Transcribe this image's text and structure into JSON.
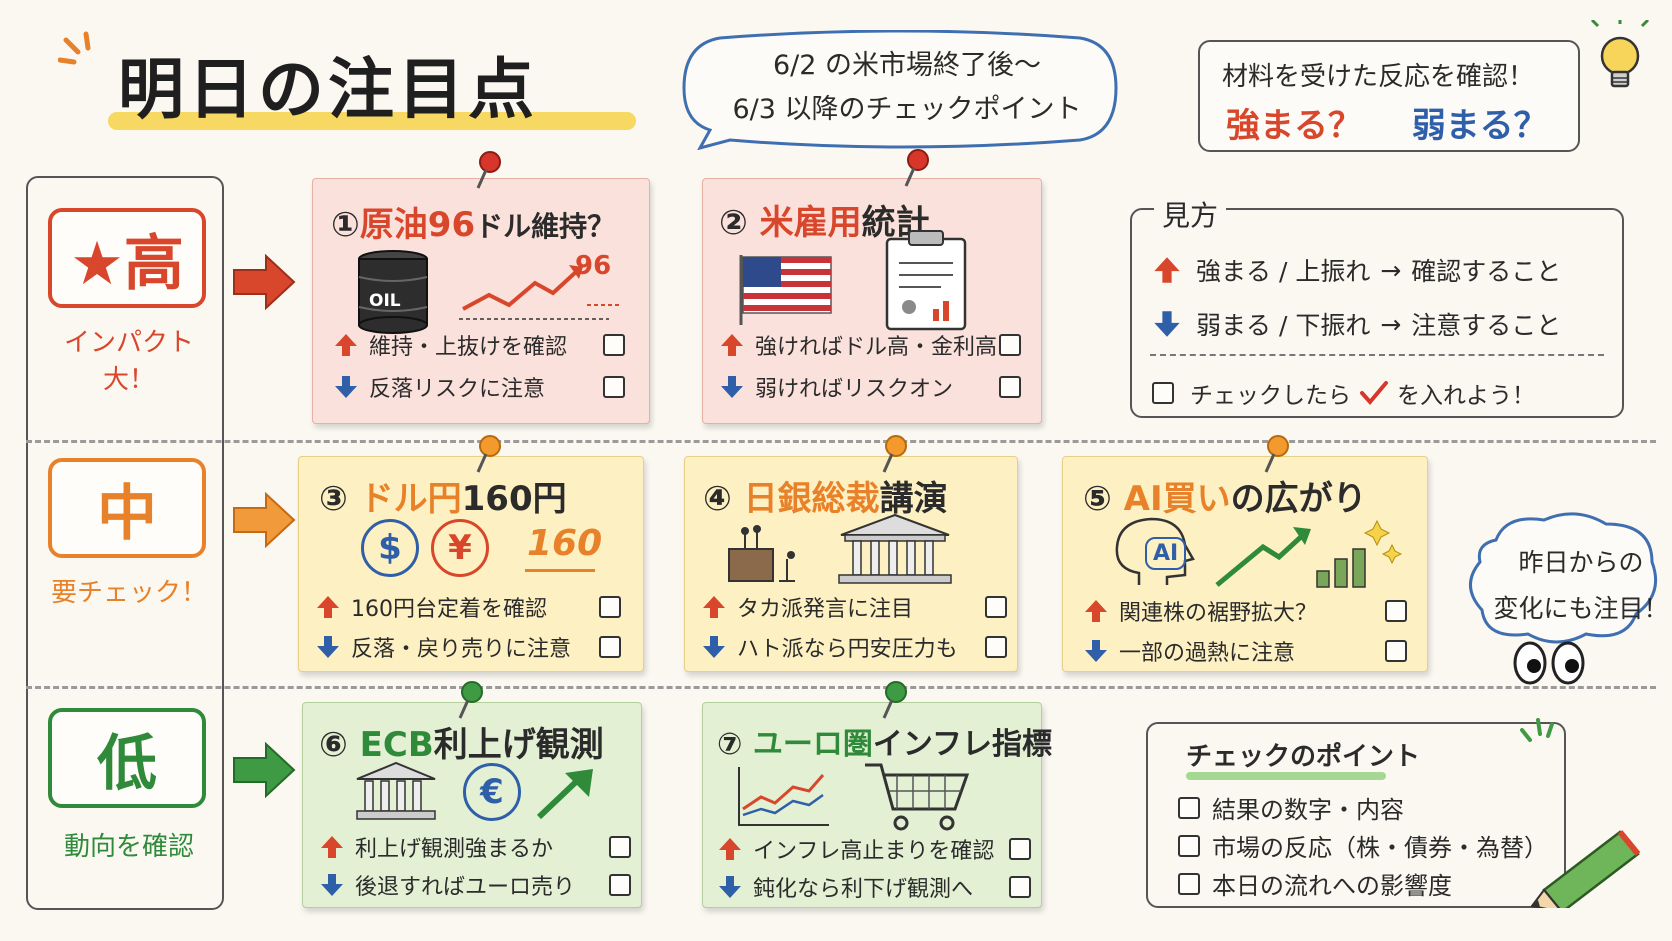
{
  "header": {
    "title": "明日の注目点",
    "bubble_line1": "6/2 の米市場終了後～",
    "bubble_line2": "6/3 以降のチェックポイント",
    "reaction_line1": "材料を受けた反応を確認！",
    "reaction_up": "強まる？",
    "reaction_down": "弱まる？"
  },
  "tiers": [
    {
      "badge": "★高",
      "sub": "インパクト大！",
      "color": "#d8472b"
    },
    {
      "badge": "中",
      "sub": "要チェック！",
      "color": "#e8822a"
    },
    {
      "badge": "低",
      "sub": "動向を確認",
      "color": "#2f8a3a"
    }
  ],
  "cards": [
    {
      "num": "①",
      "title_a": "原油96",
      "title_b": "ドル維持？",
      "up": "維持・上抜けを確認",
      "down": "反落リスクに注意",
      "oil_label": "OIL",
      "chart_value": "96"
    },
    {
      "num": "②",
      "title_a": "米雇用",
      "title_b": "統計",
      "up": "強ければドル高・金利高",
      "down": "弱ければリスクオン"
    },
    {
      "num": "③",
      "title_a": "ドル円",
      "title_b": "160円",
      "up": "160円台定着を確認",
      "down": "反落・戻り売りに注意",
      "dollar": "$",
      "yen": "¥",
      "rate": "160"
    },
    {
      "num": "④",
      "title_a": "日銀総裁",
      "title_b": "講演",
      "up": "タカ派発言に注目",
      "down": "ハト派なら円安圧力も"
    },
    {
      "num": "⑤",
      "title_a": "AI買い",
      "title_b": "の広がり",
      "up": "関連株の裾野拡大？",
      "down": "一部の過熱に注意",
      "ai_label": "AI"
    },
    {
      "num": "⑥",
      "title_a": "ECB",
      "title_b": "利上げ観測",
      "up": "利上げ観測強まるか",
      "down": "後退すればユーロ売り",
      "euro": "€"
    },
    {
      "num": "⑦",
      "title_a": "ユーロ圏",
      "title_b": "インフレ指標",
      "up": "インフレ高止まりを確認",
      "down": "鈍化なら利下げ観測へ"
    }
  ],
  "howto": {
    "title": "見方",
    "line_up_a": "強まる / 上振れ",
    "line_up_b": "確認すること",
    "line_down_a": "弱まる / 下振れ",
    "line_down_b": "注意すること",
    "arrow": "→",
    "check_a": "チェックしたら",
    "check_b": "を入れよう！"
  },
  "yesterday": {
    "line1": "昨日からの",
    "line2": "変化にも注目！"
  },
  "points": {
    "title": "チェックのポイント",
    "items": [
      "結果の数字・内容",
      "市場の反応（株・債券・為替）",
      "本日の流れへの影響度"
    ]
  },
  "colors": {
    "red": "#d8472b",
    "orange": "#e8822a",
    "green": "#2f8a3a",
    "blue": "#2f5fa8"
  }
}
